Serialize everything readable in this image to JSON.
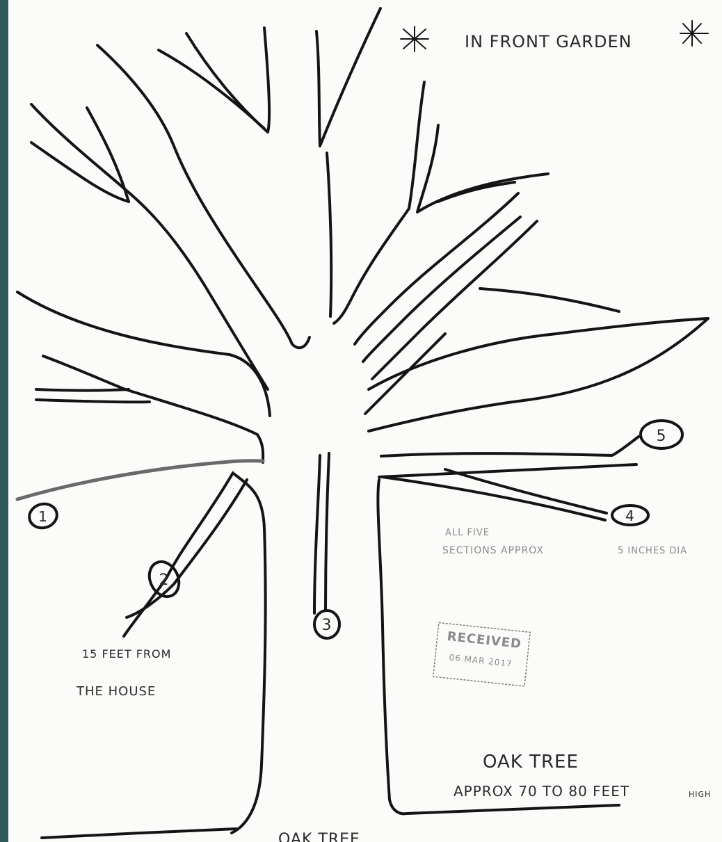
{
  "header_note": "IN FRONT GARDEN",
  "branch_labels": [
    "1",
    "2",
    "3",
    "4",
    "5"
  ],
  "side_note": {
    "line1": "15 FEET FROM",
    "line2": "THE HOUSE"
  },
  "limb_note": {
    "line1": "ALL FIVE",
    "line2": "SECTIONS APPROX",
    "line3": "5 INCHES DIA"
  },
  "stamp": {
    "title": "RECEIVED",
    "date": "06 MAR 2017"
  },
  "tree_note": {
    "line1": "OAK TREE",
    "line2": "APPROX 70 TO 80 FEET",
    "line3": "HIGH"
  },
  "bottom_note": "OAK TREE",
  "colors": {
    "ink": "#141414",
    "paper": "#fbfbf9",
    "edge": "#2f5b5e"
  }
}
